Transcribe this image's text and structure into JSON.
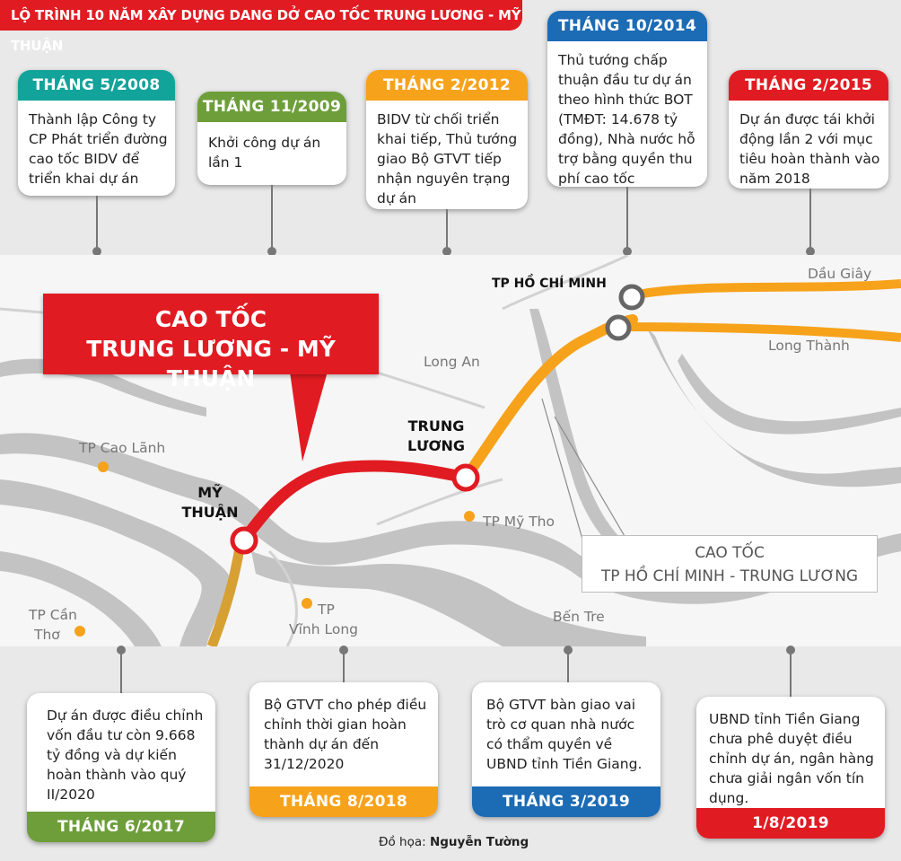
{
  "title": "LỘ TRÌNH 10 NĂM XÂY DỰNG DANG DỞ CAO TỐC TRUNG LƯƠNG - MỸ THUẬN",
  "colors": {
    "red": "#e11b22",
    "teal": "#12a39a",
    "green": "#6d9e3a",
    "orange": "#f7a21b",
    "blue": "#1c6bb5",
    "route_orange": "#f7a21b",
    "route_gold": "#d7a032",
    "water": "#c3c3c3"
  },
  "top_events": [
    {
      "date": "THÁNG 5/2008",
      "text": "Thành lập Công ty CP Phát triển đường cao tốc BIDV để triển khai dự án",
      "color": "teal"
    },
    {
      "date": "THÁNG 11/2009",
      "text": "Khởi công dự án lần 1",
      "color": "green"
    },
    {
      "date": "THÁNG 2/2012",
      "text": "BIDV từ chối triển khai tiếp, Thủ tướng giao Bộ GTVT tiếp nhận nguyên trạng dự án",
      "color": "orange"
    },
    {
      "date": "THÁNG 10/2014",
      "text": "Thủ tướng chấp thuận đầu tư dự án theo hình thức BOT (TMĐT: 14.678 tỷ đồng), Nhà nước hỗ trợ bằng quyền thu phí cao tốc",
      "color": "blue"
    },
    {
      "date": "THÁNG 2/2015",
      "text": "Dự án được tái khởi động lần 2 với mục tiêu hoàn thành vào năm 2018",
      "color": "red"
    }
  ],
  "bottom_events": [
    {
      "date": "THÁNG 6/2017",
      "text": "Dự án được điều chỉnh vốn đầu tư còn 9.668 tỷ đồng và dự kiến hoàn thành vào quý II/2020",
      "color": "green"
    },
    {
      "date": "THÁNG 8/2018",
      "text": "Bộ GTVT cho phép điều chỉnh thời gian hoàn thành dự án đến 31/12/2020",
      "color": "orange"
    },
    {
      "date": "THÁNG 3/2019",
      "text": "Bộ GTVT bàn giao vai trò cơ quan nhà nước có thẩm quyền về UBND tỉnh Tiền Giang.",
      "color": "blue"
    },
    {
      "date": "1/8/2019",
      "text": "UBND tỉnh Tiền Giang chưa phê duyệt điều chỉnh dự án, ngân hàng chưa giải ngân vốn tín dụng.",
      "color": "red"
    }
  ],
  "map": {
    "callout_line1": "CAO TỐC",
    "callout_line2": "TRUNG LƯƠNG - MỸ THUẬN",
    "node_trung_luong_1": "TRUNG",
    "node_trung_luong_2": "LƯƠNG",
    "node_my_thuan_1": "MỸ",
    "node_my_thuan_2": "THUẬN",
    "node_hcm": "TP HỒ CHÍ MINH",
    "city_dau_giay": "Dầu Giây",
    "city_long_thanh": "Long Thành",
    "city_long_an": "Long An",
    "city_cao_lanh": "TP Cao Lãnh",
    "city_my_tho": "TP Mỹ Tho",
    "city_vinh_long_1": "TP",
    "city_vinh_long_2": "Vĩnh Long",
    "city_can_tho_1": "TP Cần",
    "city_can_tho_2": "Thơ",
    "city_ben_tre": "Bến Tre",
    "hcm_box_line1": "CAO TỐC",
    "hcm_box_line2": "TP HỒ CHÍ MINH - TRUNG LƯƠNG"
  },
  "credit_label": "Đồ họa:",
  "credit_name": "Nguyễn Tường"
}
